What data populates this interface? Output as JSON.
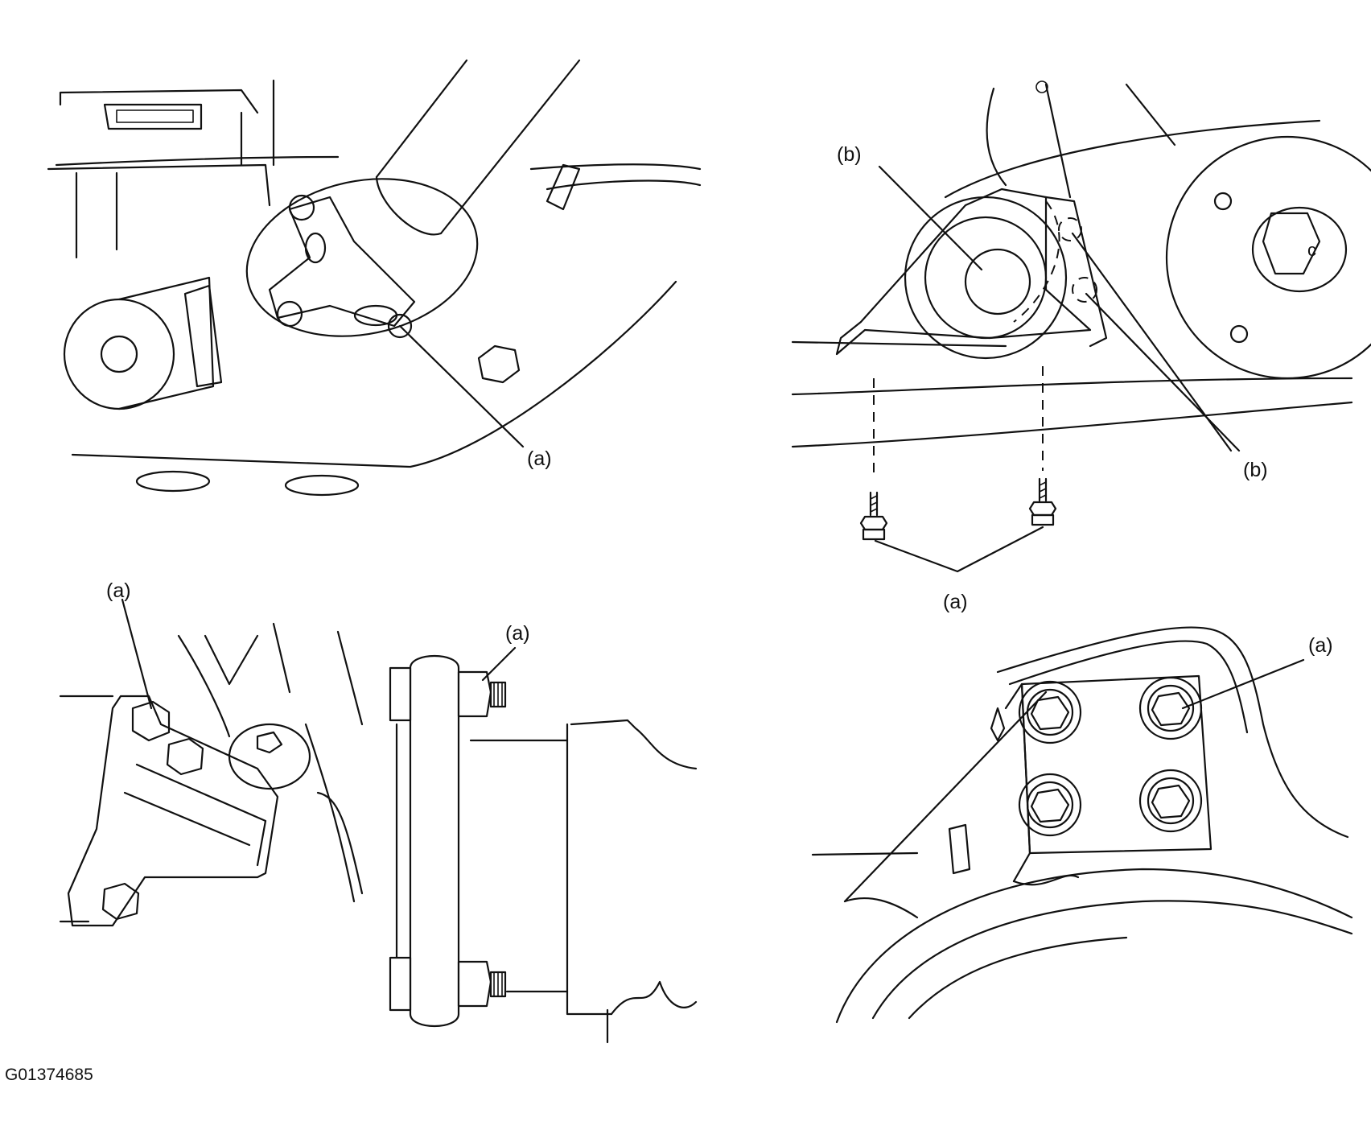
{
  "figure_code": "G01374685",
  "panels": {
    "top_left": {
      "callouts": [
        "(a)"
      ]
    },
    "top_right": {
      "callouts": [
        "(b)",
        "(b)",
        "(a)"
      ]
    },
    "bottom_left": {
      "callouts": [
        "(a)",
        "(a)"
      ]
    },
    "bottom_right": {
      "callouts": [
        "(a)"
      ]
    }
  },
  "colors": {
    "line": "#111111",
    "background": "#ffffff"
  }
}
